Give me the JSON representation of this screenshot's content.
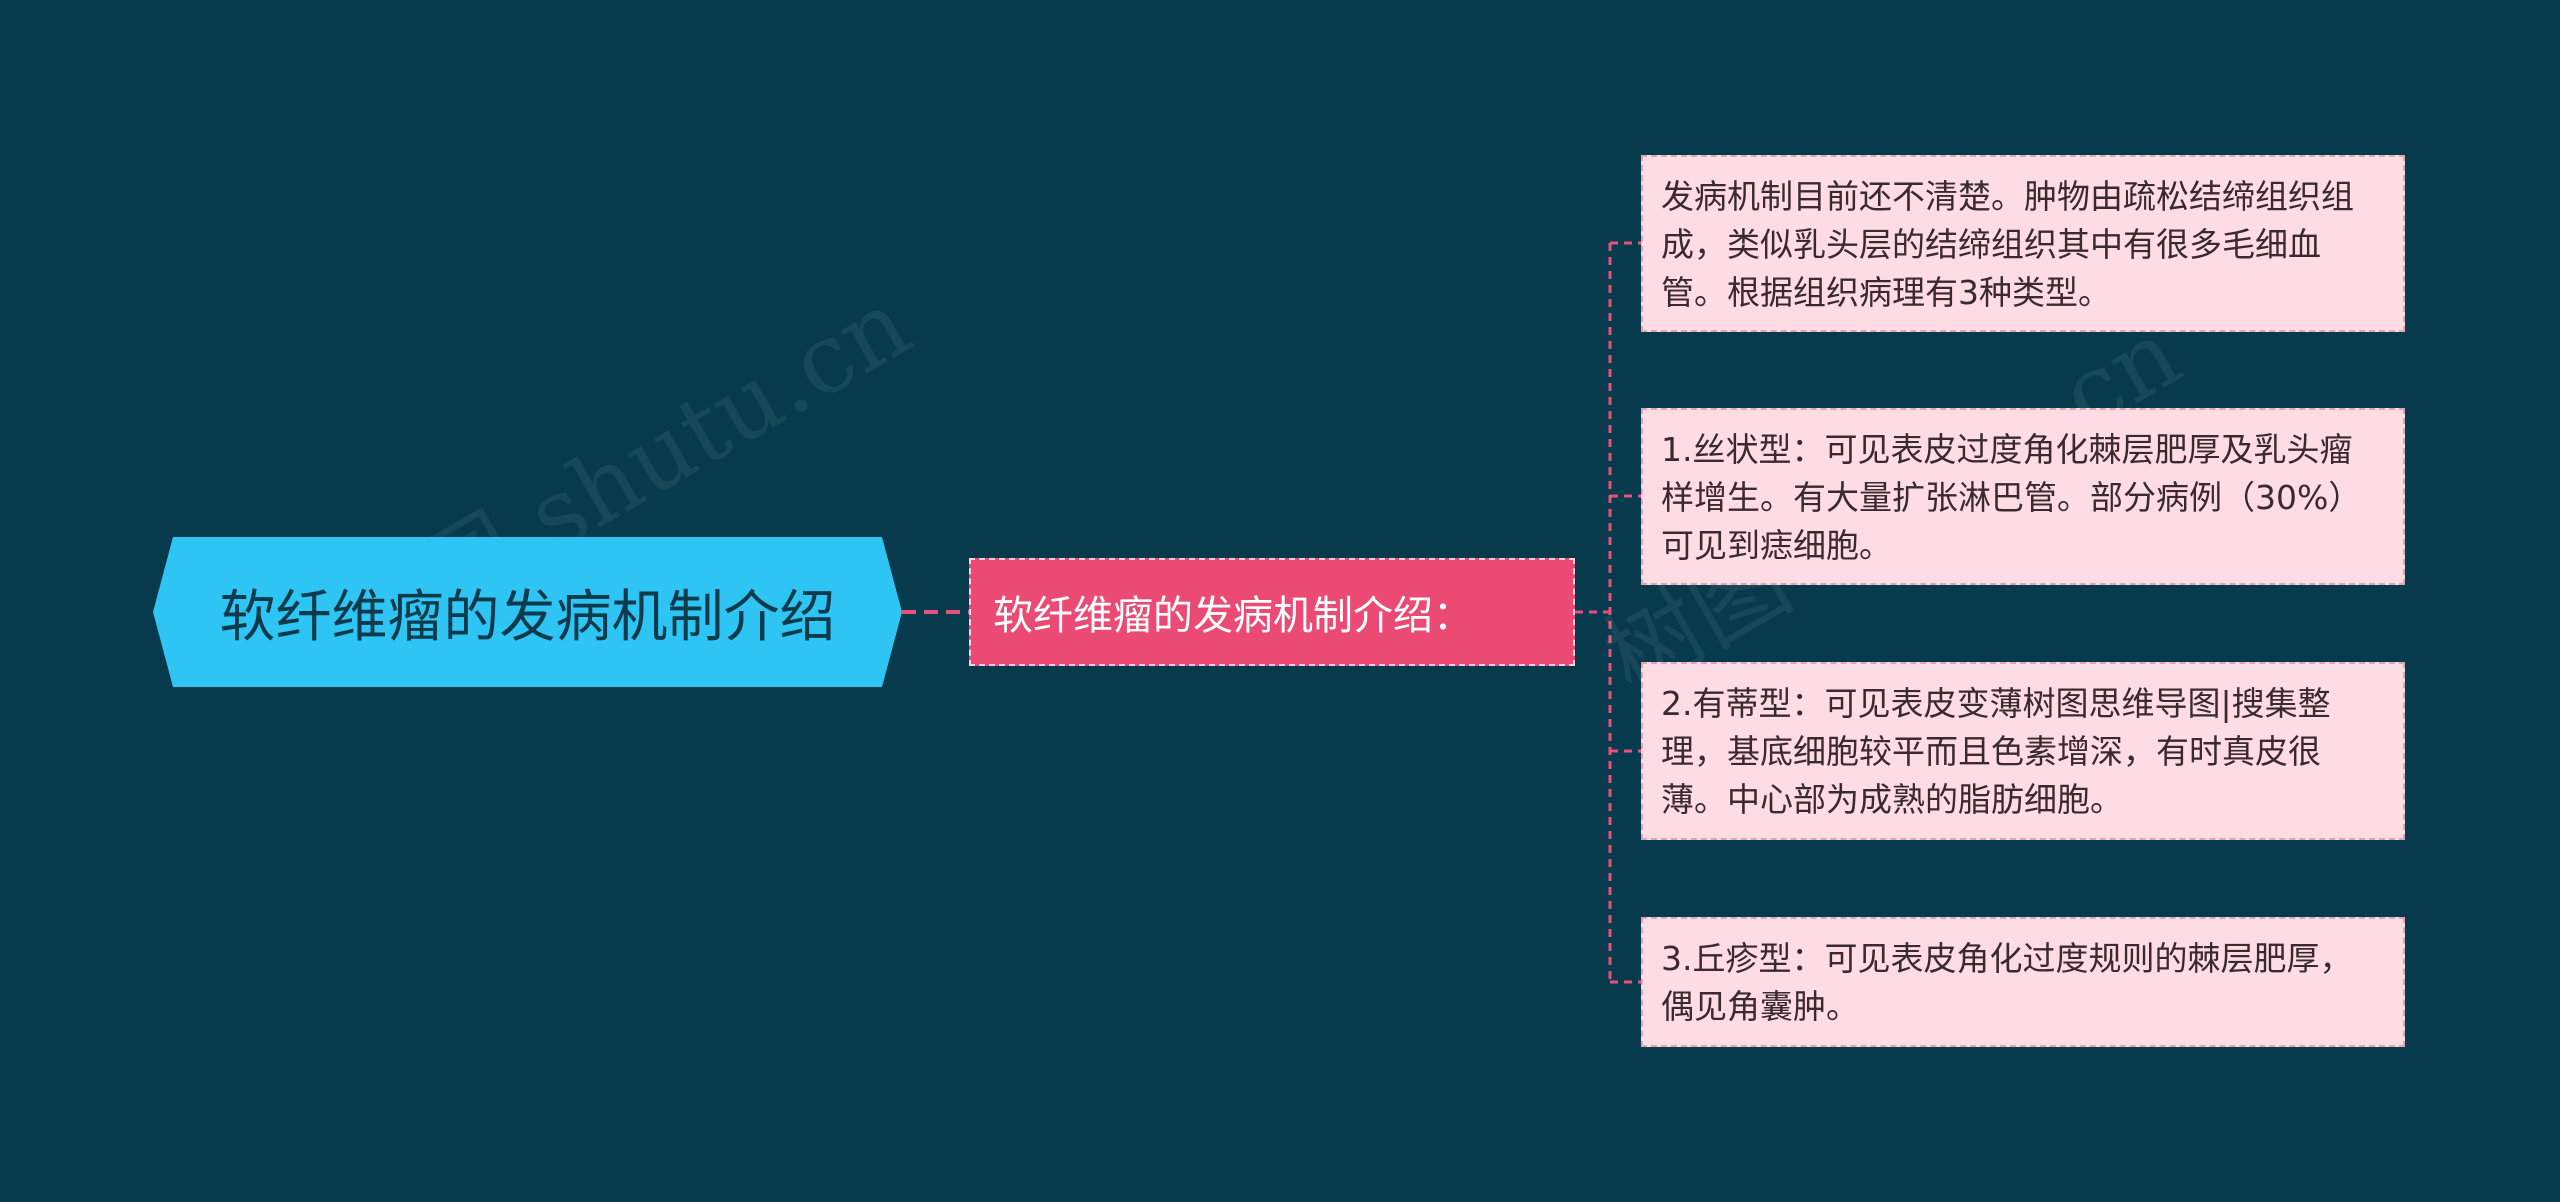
{
  "diagram": {
    "root": {
      "label": "软纤维瘤的发病机制介绍"
    },
    "branch": {
      "label": "软纤维瘤的发病机制介绍："
    },
    "leaves": [
      {
        "text": "发病机制目前还不清楚。肿物由疏松结缔组织组成，类似乳头层的结缔组织其中有很多毛细血管。根据组织病理有3种类型。"
      },
      {
        "text": "1.丝状型：可见表皮过度角化棘层肥厚及乳头瘤样增生。有大量扩张淋巴管。部分病例（30%）可见到痣细胞。"
      },
      {
        "text": "2.有蒂型：可见表皮变薄树图思维导图|搜集整理，基底细胞较平而且色素增深，有时真皮很薄。中心部为成熟的脂肪细胞。"
      },
      {
        "text": "3.丘疹型：可见表皮角化过度规则的棘层肥厚，偶见角囊肿。"
      }
    ],
    "watermark": "树图 shutu.cn"
  },
  "colors": {
    "background": "#073a4c",
    "root_fill": "#2ec4f3",
    "branch_fill": "#ea4a73",
    "leaf_fill": "#fddde3",
    "connector": "#e8517a"
  }
}
